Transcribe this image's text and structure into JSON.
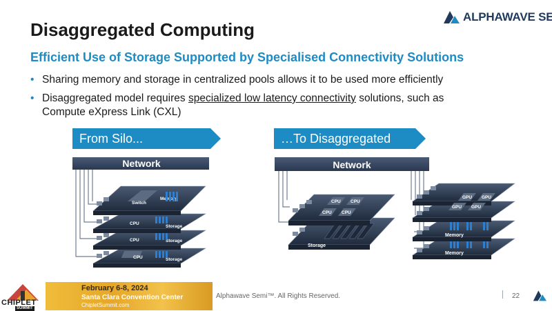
{
  "brand": {
    "name": "ALPHAWAVE SEMI",
    "color": "#1f3a5c",
    "accent": "#1d8bc4"
  },
  "slide": {
    "title": "Disaggregated Computing",
    "subtitle": "Efficient Use of Storage Supported by Specialised Connectivity Solutions",
    "bullets": [
      {
        "text": "Sharing memory and storage in centralized pools allows it to be used more efficiently"
      },
      {
        "pre": "Disaggregated model requires ",
        "underlined": "specialized low latency connectivity",
        "post": " solutions, such as",
        "line2": "Compute eXpress Link (CXL)"
      }
    ]
  },
  "left_diagram": {
    "banner": "From Silo...",
    "network_label": "Network",
    "layers": [
      {
        "left": "Switch",
        "right": "Memory"
      },
      {
        "left": "CPU",
        "right": "Storage"
      },
      {
        "left": "CPU",
        "right": "Storage"
      },
      {
        "left": "CPU",
        "right": "Storage"
      }
    ]
  },
  "right_diagram": {
    "banner": "…To Disaggregated",
    "network_label": "Network",
    "cpu_stack": {
      "chips": [
        "CPU",
        "CPU",
        "CPU",
        "CPU"
      ],
      "bottom_label": "Storage"
    },
    "gpu_stack": {
      "chips": [
        "GPU",
        "GPU",
        "GPU",
        "GPU"
      ],
      "memory_labels": [
        "Memory",
        "Memory"
      ]
    }
  },
  "footer": {
    "copyright": "Alphawave Semi™. All Rights Reserved.",
    "page_number": "22",
    "event": {
      "dates": "February 6-8, 2024",
      "venue": "Santa Clara Convention Center",
      "site": "ChipletSummit.com"
    },
    "event_logo": {
      "word": "CHIPLET",
      "sub": "SUMMIT"
    }
  },
  "colors": {
    "banner": "#1d8bc4",
    "network_bar": "#2f3f57",
    "layer": "#2b3a52",
    "chip": "#5c6b80",
    "memory_stripe": "#2f7fd1"
  }
}
